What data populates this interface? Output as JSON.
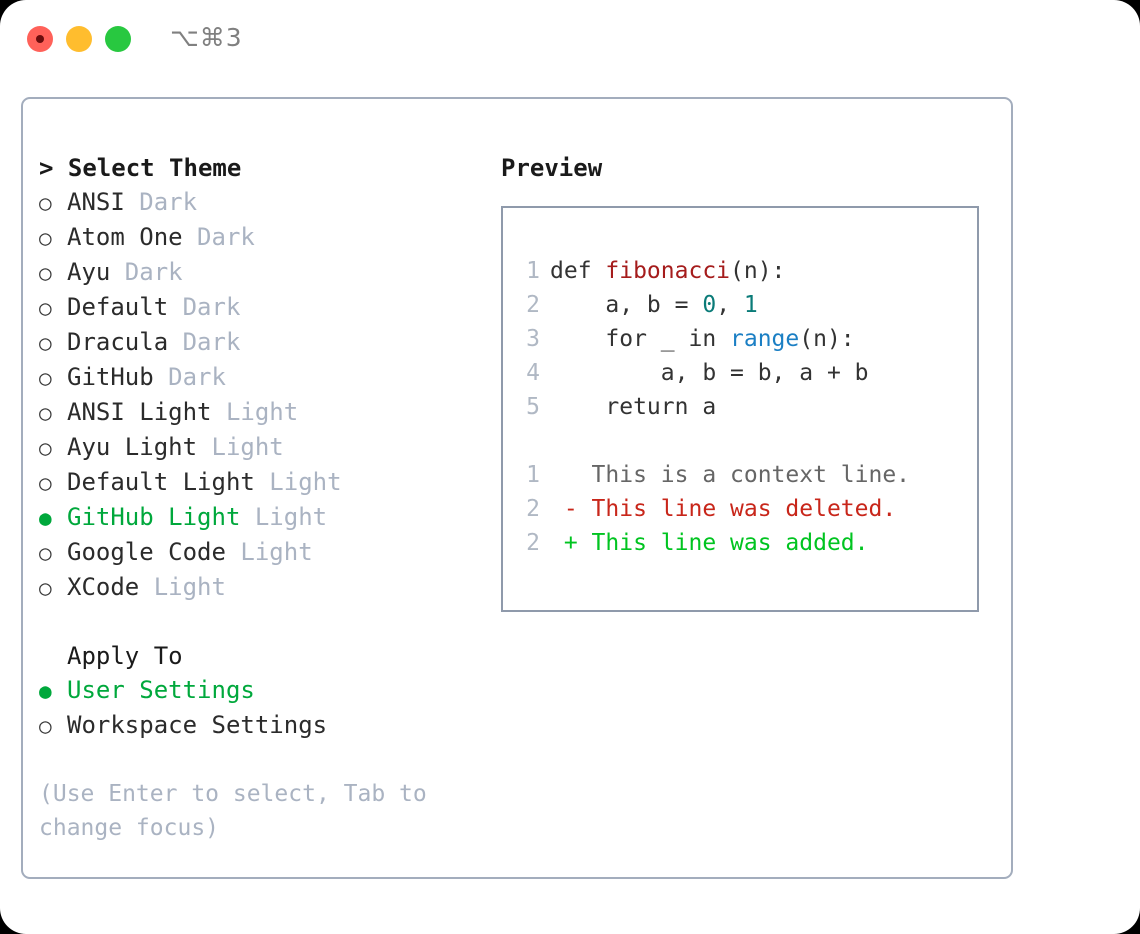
{
  "window": {
    "title": "⌥⌘3",
    "traffic_lights": [
      "close-button",
      "minimize-button",
      "maximize-button"
    ]
  },
  "colors": {
    "accent_green": "#00a83c",
    "muted": "#aab3c2",
    "text": "#2b2b2b",
    "border": "#a3adbd",
    "preview_border": "#8f9aab",
    "diff_add": "#00c420",
    "diff_del": "#c8261a",
    "syntax_fn": "#a51c1c",
    "syntax_num": "#0a7b78",
    "syntax_builtin": "#1b7fc4"
  },
  "theme_section": {
    "caret": ">",
    "title": "Select Theme",
    "marker_unselected": "○",
    "marker_selected": "●",
    "items": [
      {
        "label": "ANSI",
        "tag": "Dark",
        "selected": false
      },
      {
        "label": "Atom One",
        "tag": "Dark",
        "selected": false
      },
      {
        "label": "Ayu",
        "tag": "Dark",
        "selected": false
      },
      {
        "label": "Default",
        "tag": "Dark",
        "selected": false
      },
      {
        "label": "Dracula",
        "tag": "Dark",
        "selected": false
      },
      {
        "label": "GitHub",
        "tag": "Dark",
        "selected": false
      },
      {
        "label": "ANSI Light",
        "tag": "Light",
        "selected": false
      },
      {
        "label": "Ayu Light",
        "tag": "Light",
        "selected": false
      },
      {
        "label": "Default Light",
        "tag": "Light",
        "selected": false
      },
      {
        "label": "GitHub Light",
        "tag": "Light",
        "selected": true
      },
      {
        "label": "Google Code",
        "tag": "Light",
        "selected": false
      },
      {
        "label": "XCode",
        "tag": "Light",
        "selected": false
      }
    ]
  },
  "apply_section": {
    "title": "Apply To",
    "items": [
      {
        "label": "User Settings",
        "selected": true
      },
      {
        "label": "Workspace Settings",
        "selected": false
      }
    ]
  },
  "hint": "(Use Enter to select, Tab to change focus)",
  "preview": {
    "title": "Preview",
    "code_lines": [
      {
        "num": "1",
        "parts": [
          {
            "t": "def ",
            "c": "plain"
          },
          {
            "t": "fibonacci",
            "c": "fn"
          },
          {
            "t": "(n):",
            "c": "plain"
          }
        ]
      },
      {
        "num": "2",
        "parts": [
          {
            "t": "    a, b = ",
            "c": "plain"
          },
          {
            "t": "0",
            "c": "num"
          },
          {
            "t": ", ",
            "c": "plain"
          },
          {
            "t": "1",
            "c": "num"
          }
        ]
      },
      {
        "num": "3",
        "parts": [
          {
            "t": "    for _ in ",
            "c": "plain"
          },
          {
            "t": "range",
            "c": "builtin"
          },
          {
            "t": "(n):",
            "c": "plain"
          }
        ]
      },
      {
        "num": "4",
        "parts": [
          {
            "t": "        a, b = b, a + b",
            "c": "plain"
          }
        ]
      },
      {
        "num": "5",
        "parts": [
          {
            "t": "    return a",
            "c": "plain"
          }
        ]
      }
    ],
    "diff_lines": [
      {
        "num": "1",
        "sign": " ",
        "text": "This is a context line.",
        "kind": "ctx"
      },
      {
        "num": "2",
        "sign": "-",
        "text": "This line was deleted.",
        "kind": "del"
      },
      {
        "num": "2",
        "sign": "+",
        "text": "This line was added.",
        "kind": "add"
      }
    ]
  }
}
